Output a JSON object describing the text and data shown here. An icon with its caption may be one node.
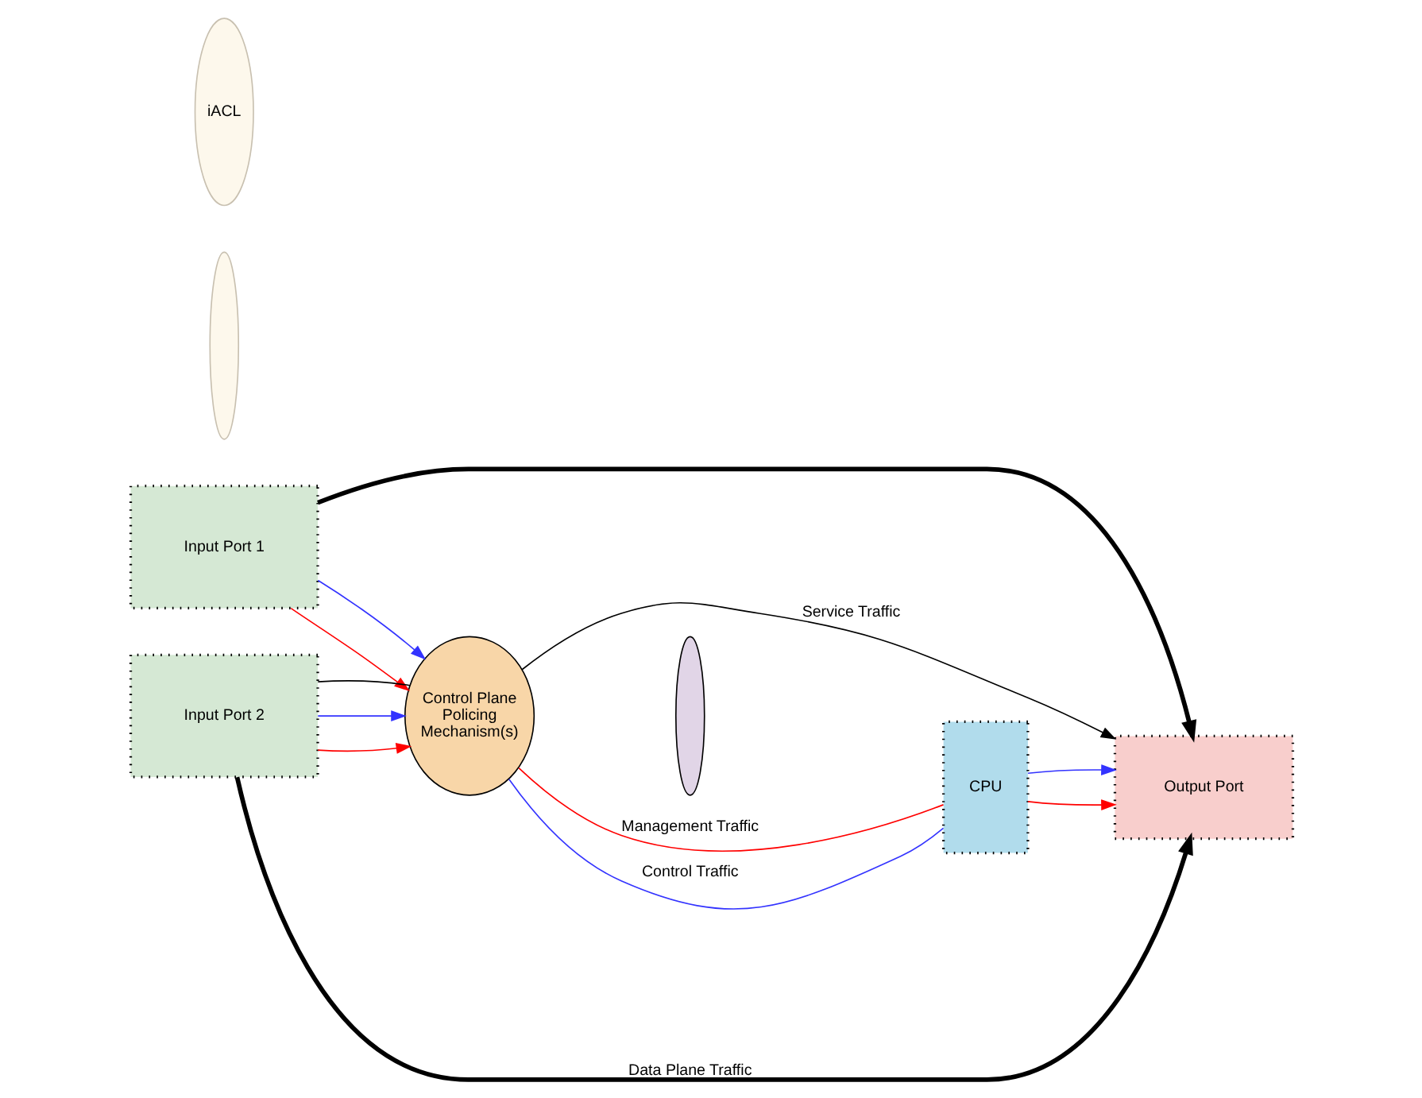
{
  "diagram": {
    "nodes": [
      {
        "text": [
          "Input Port 1"
        ]
      },
      {
        "text": [
          "Input Port 2"
        ]
      },
      {
        "text": [],
        "shape": "ellipse"
      },
      {
        "text": [
          "iACL"
        ]
      },
      {
        "text": [
          "Control Plane Policing Mechanism(s)"
        ]
      },
      {
        "text": [],
        "shape": "ellipse"
      },
      {
        "text": [
          "CPU"
        ]
      },
      {
        "text": [
          "Output Port"
        ]
      }
    ],
    "edges": [
      {
        "from": 0,
        "to": 4,
        "arrow": "to",
        "color": "#ff0000"
      },
      {
        "from": 0,
        "to": 4,
        "arrow": "to",
        "color": "#3333ff"
      },
      {
        "from": 1,
        "to": 4,
        "arrow": "to",
        "color": "#ff0000"
      },
      {
        "from": 1,
        "to": 4,
        "arrow": "to",
        "color": "#3333ff"
      },
      {
        "from": 4,
        "to": 6,
        "label": "Management Traffic",
        "arrow": "none",
        "color": "#ff0000"
      },
      {
        "from": 4,
        "to": 6,
        "label": "Control Traffic",
        "arrow": "none",
        "color": "#3333ff"
      },
      {
        "from": 6,
        "to": 7,
        "arrow": "to",
        "color": "#ff0000"
      },
      {
        "from": 6,
        "to": 7,
        "arrow": "to",
        "color": "#3333ff"
      },
      {
        "from": 0,
        "to": 7,
        "arrow": "to",
        "style": "thick",
        "color": "#000000"
      },
      {
        "from": 1,
        "to": 7,
        "label": "Data Plane Traffic",
        "arrow": "to",
        "style": "thick",
        "color": "#000000"
      },
      {
        "from": 1,
        "to": 4,
        "arrow": "none",
        "color": "#000000"
      },
      {
        "from": 4,
        "to": 7,
        "label": "Service Traffic",
        "arrow": "to",
        "color": "#000000"
      }
    ]
  }
}
